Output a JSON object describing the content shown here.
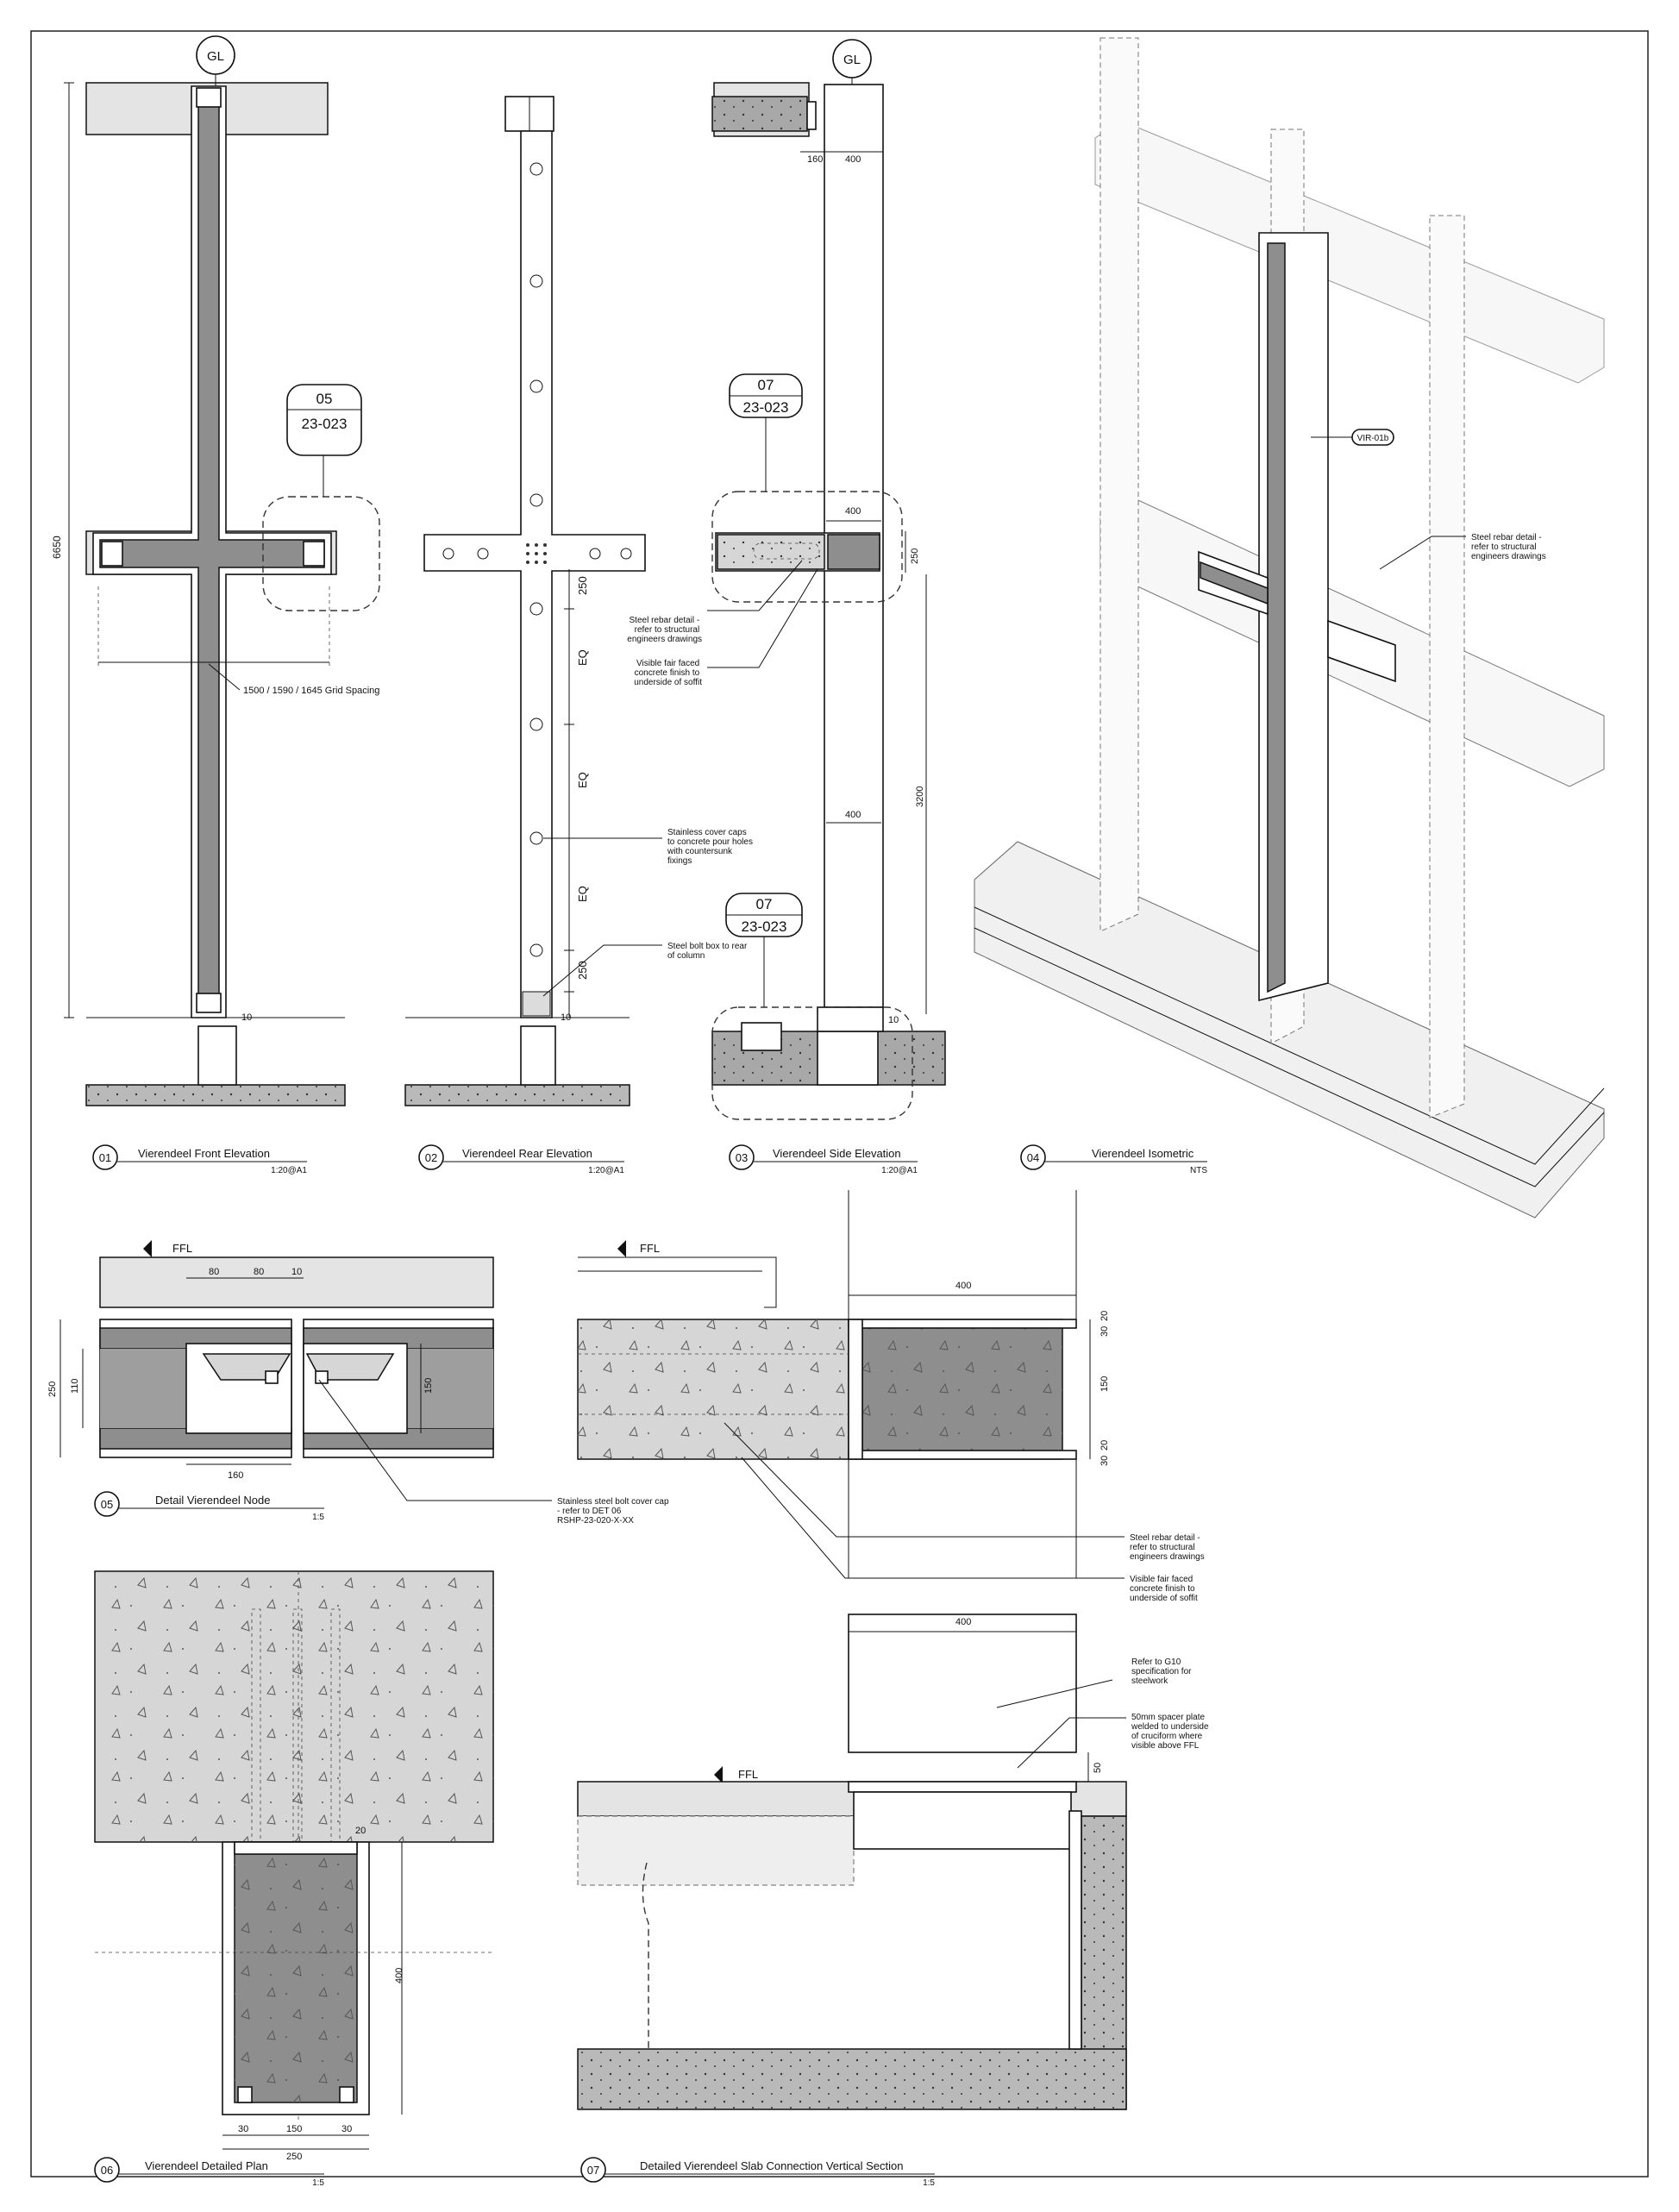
{
  "grid_markers": {
    "gl_front": "GL",
    "gl_side": "GL"
  },
  "callouts": {
    "front_node": {
      "num": "05",
      "sheet": "23-023"
    },
    "side_node": {
      "num": "07",
      "sheet": "23-023"
    },
    "side_base": {
      "num": "07",
      "sheet": "23-023"
    }
  },
  "tag_vir": "VIR-01b",
  "dimensions": {
    "front_height": "6650",
    "front_base_gap": "10",
    "rear_250_top": "250",
    "rear_eq_1": "EQ",
    "rear_eq_2": "EQ",
    "rear_eq_3": "EQ",
    "rear_250_bottom": "250",
    "rear_base_gap": "10",
    "side_160": "160",
    "side_400_top": "400",
    "side_400_node": "400",
    "side_250": "250",
    "side_400_mid": "400",
    "side_3200": "3200",
    "side_base_gap": "10",
    "node_80a": "80",
    "node_80b": "80",
    "node_10": "10",
    "node_250": "250",
    "node_110": "110",
    "node_150": "150",
    "node_160": "160",
    "sec_400_top": "400",
    "sec_30a": "30",
    "sec_20a": "20",
    "sec_150": "150",
    "sec_20b": "20",
    "sec_30b": "30",
    "plan_20": "20",
    "plan_400": "400",
    "plan_30a": "30",
    "plan_150": "150",
    "plan_30b": "30",
    "plan_250": "250",
    "base_400": "400",
    "base_50": "50"
  },
  "notes": {
    "grid_spacing": "1500 / 1590 / 1645 Grid Spacing",
    "cover_caps": [
      "Stainless cover caps",
      "to concrete pour holes",
      "with countersunk",
      "fixings"
    ],
    "bolt_box": [
      "Steel bolt box to rear",
      "of column"
    ],
    "rebar_side": [
      "Steel rebar detail -",
      "refer to structural",
      "engineers drawings"
    ],
    "fair_faced_side": [
      "Visible fair faced",
      "concrete finish to",
      "underside of soffit"
    ],
    "rebar_iso": [
      "Steel rebar detail -",
      "refer to structural",
      "engineers drawings"
    ],
    "bolt_cap": [
      "Stainless steel bolt cover cap",
      "- refer to DET 06",
      "RSHP-23-020-X-XX"
    ],
    "rebar_sec": [
      "Steel rebar detail -",
      "refer to structural",
      "engineers drawings"
    ],
    "fair_faced_sec": [
      "Visible fair faced",
      "concrete finish to",
      "underside of soffit"
    ],
    "g10": [
      "Refer to G10",
      "specification for",
      "steelwork"
    ],
    "spacer": [
      "50mm spacer plate",
      "welded to underside",
      "of cruciform where",
      "visible above FFL"
    ]
  },
  "levels": {
    "ffl_node": "FFL",
    "ffl_section": "FFL",
    "ffl_base": "FFL"
  },
  "titles": [
    {
      "num": "01",
      "title": "Vierendeel Front Elevation",
      "scale": "1:20@A1"
    },
    {
      "num": "02",
      "title": "Vierendeel Rear Elevation",
      "scale": "1:20@A1"
    },
    {
      "num": "03",
      "title": "Vierendeel Side Elevation",
      "scale": "1:20@A1"
    },
    {
      "num": "04",
      "title": "Vierendeel Isometric",
      "scale": "NTS"
    },
    {
      "num": "05",
      "title": "Detail Vierendeel Node",
      "scale": "1:5"
    },
    {
      "num": "06",
      "title": "Vierendeel Detailed Plan",
      "scale": "1:5"
    },
    {
      "num": "07",
      "title": "Detailed Vierendeel Slab Connection Vertical Section",
      "scale": "1:5"
    }
  ]
}
